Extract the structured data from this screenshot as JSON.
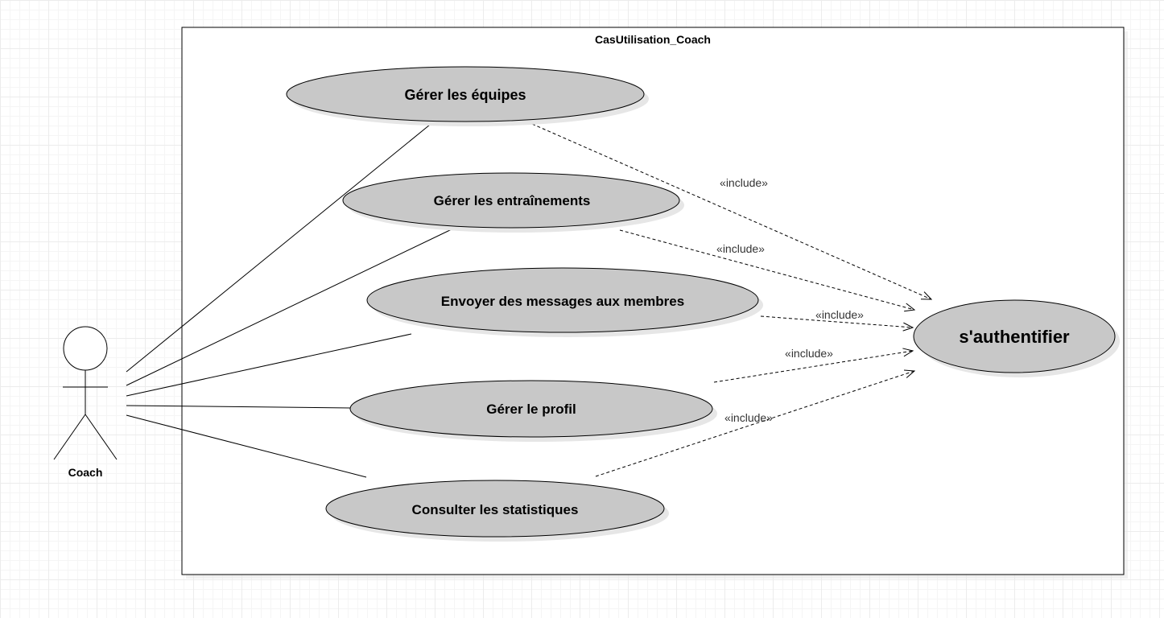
{
  "diagram": {
    "system_title": "CasUtilisation_Coach",
    "actor": {
      "name": "Coach"
    },
    "use_cases": [
      {
        "id": "gerer-equipes",
        "label": "Gérer les équipes"
      },
      {
        "id": "gerer-entrainements",
        "label": "Gérer les entraînements"
      },
      {
        "id": "envoyer-messages",
        "label": "Envoyer des messages aux membres"
      },
      {
        "id": "gerer-profil",
        "label": "Gérer le profil"
      },
      {
        "id": "consulter-statistiques",
        "label": "Consulter les statistiques"
      },
      {
        "id": "s-authentifier",
        "label": "s'authentifier"
      }
    ],
    "relations": [
      {
        "from": "gerer-equipes",
        "to": "s-authentifier",
        "label": "«include»"
      },
      {
        "from": "gerer-entrainements",
        "to": "s-authentifier",
        "label": "«include»"
      },
      {
        "from": "envoyer-messages",
        "to": "s-authentifier",
        "label": "«include»"
      },
      {
        "from": "gerer-profil",
        "to": "s-authentifier",
        "label": "«include»"
      },
      {
        "from": "consulter-statistiques",
        "to": "s-authentifier",
        "label": "«include»"
      }
    ],
    "colors": {
      "use_case_fill": "#c8c8c8",
      "stroke": "#000000"
    }
  }
}
